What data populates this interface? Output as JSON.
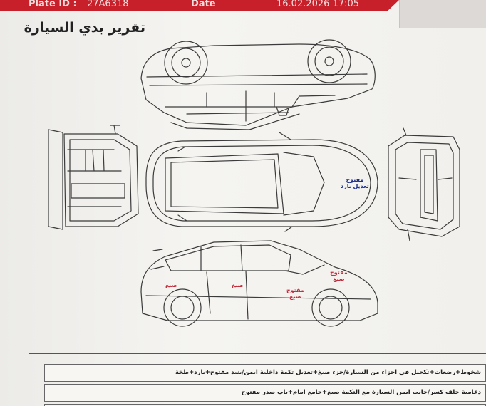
{
  "header": {
    "plate_label": "Plate ID :",
    "plate_value": "27A6318",
    "date_label": "Date",
    "date_value": "16.02.2026 17:05"
  },
  "title": "تقرير بدي السيارة",
  "annotations": {
    "roof": [
      "مفتوح",
      "تعديل بارد"
    ],
    "side_rear": "صبغ",
    "side_rear_door": "صبغ",
    "side_front_door": [
      "مفتوح",
      "صبغ"
    ],
    "side_front": [
      "مفتوح",
      "صبغ"
    ]
  },
  "notes": [
    "شخوط+رضعات+تكحيل في اجزاء من السيارة/جزء صبغ+تعديل تكمة داخلية ايمن/بنيد مفتوح+بارد+طخة",
    "دعامية خلف كسر/جانب ايمن السيارة مع التكمة صبغ+جامع امام+باب صدر مفتوح"
  ],
  "colors": {
    "header_red": "#c8202a",
    "blue_ink": "#1c2f8f",
    "red_ink": "#c42a3a"
  }
}
